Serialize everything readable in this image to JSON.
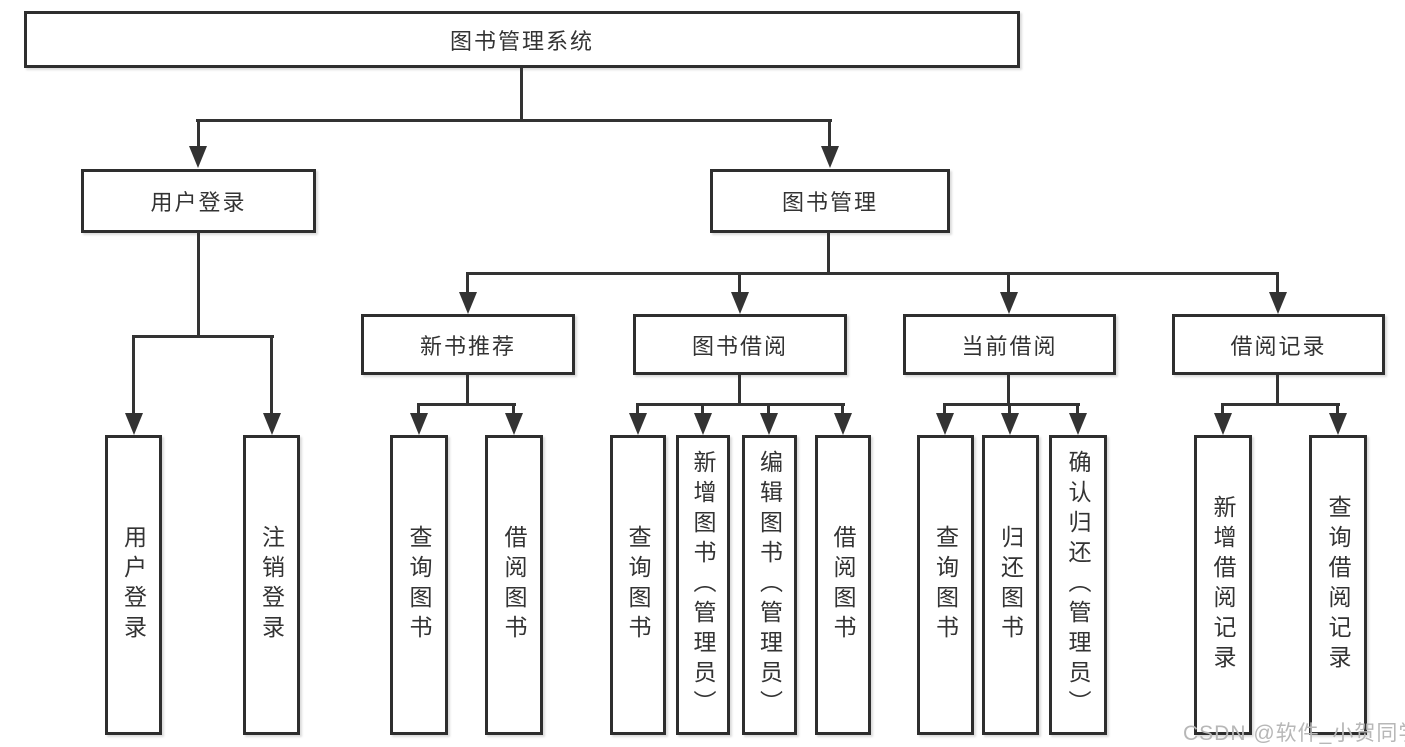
{
  "diagram_type": "hierarchy-tree",
  "tree": {
    "label": "图书管理系统",
    "children": [
      {
        "label": "用户登录",
        "children": [
          {
            "label": "用户登录"
          },
          {
            "label": "注销登录"
          }
        ]
      },
      {
        "label": "图书管理",
        "children": [
          {
            "label": "新书推荐",
            "children": [
              {
                "label": "查询图书"
              },
              {
                "label": "借阅图书"
              }
            ]
          },
          {
            "label": "图书借阅",
            "children": [
              {
                "label": "查询图书"
              },
              {
                "label": "新增图书（管理员）"
              },
              {
                "label": "编辑图书（管理员）"
              },
              {
                "label": "借阅图书"
              }
            ]
          },
          {
            "label": "当前借阅",
            "children": [
              {
                "label": "查询图书"
              },
              {
                "label": "归还图书"
              },
              {
                "label": "确认归还（管理员）"
              }
            ]
          },
          {
            "label": "借阅记录",
            "children": [
              {
                "label": "新增借阅记录"
              },
              {
                "label": "查询借阅记录"
              }
            ]
          }
        ]
      }
    ]
  },
  "watermark": {
    "text": "CSDN @软件_小贺同学"
  },
  "colors": {
    "line": "#333333",
    "box_border": "#2e2e2e",
    "text": "#333333",
    "background": "#ffffff",
    "watermark": "#b7b7b7"
  }
}
